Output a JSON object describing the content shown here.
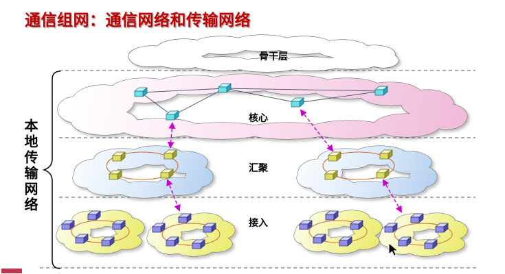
{
  "title": "通信组网：通信网络和传输网络",
  "side_label": "本地传输网络",
  "layers": {
    "backbone": "骨干层",
    "core": "核心",
    "aggregation": "汇聚",
    "access": "接入"
  },
  "colors": {
    "title_red": "#c00000",
    "core_cloud_pink": "#f0bcd9",
    "aggregation_cloud_blue": "#b3cfee",
    "access_cloud_yellow": "#e8e85e",
    "core_node_cyan": "#6fe0e4",
    "aggregation_node_yellow": "#dede66",
    "access_node_purple": "#8f8fe8",
    "inter_layer_link_magenta": "#cc00cc",
    "ring_orange": "#cc6a33"
  }
}
